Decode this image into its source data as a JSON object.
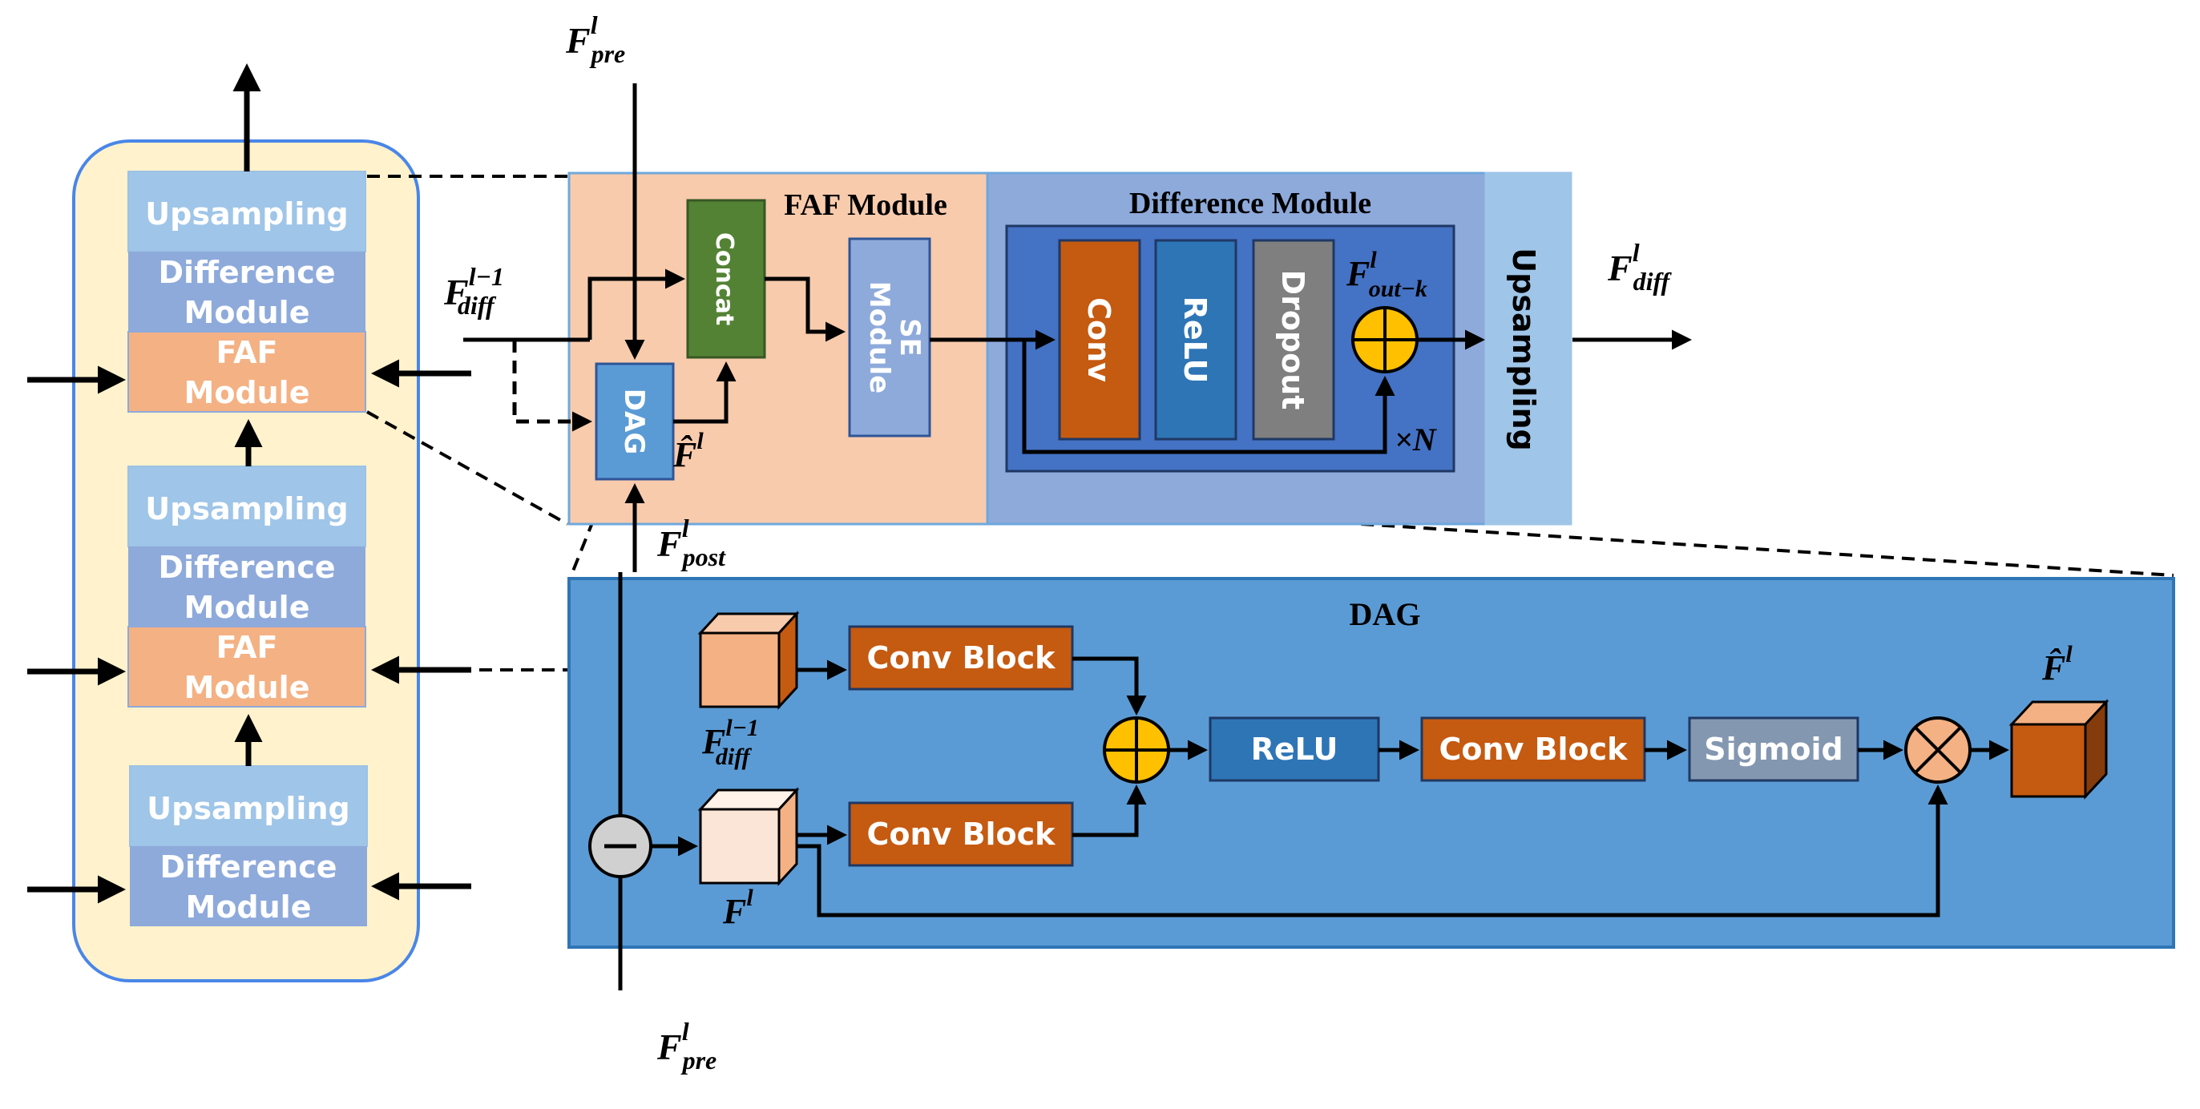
{
  "colors": {
    "stack_bg": "#fff2cc",
    "stack_border": "#4a86e8",
    "upsampling": "#9fc5e8",
    "difference": "#8eaadb",
    "faf": "#f4b183",
    "faf_module_bg": "#f8cbad",
    "diff_module_bg": "#8eaadb",
    "diff_inner_bg": "#4472c4",
    "dag_bg": "#5b9bd5",
    "conv": "#c55a11",
    "relu": "#2e75b6",
    "dropout": "#7f7f7f",
    "concat": "#548235",
    "sigmoid": "#8497b0",
    "add_yellow": "#ffc000",
    "mult_orange": "#f4b183",
    "subtract_gray": "#d0d0d0"
  },
  "encoder_stack": {
    "blocks": [
      {
        "upsampling": "Upsampling",
        "difference_line1": "Difference",
        "difference_line2": "Module",
        "faf_line1": "FAF",
        "faf_line2": "Module"
      },
      {
        "upsampling": "Upsampling",
        "difference_line1": "Difference",
        "difference_line2": "Module",
        "faf_line1": "FAF",
        "faf_line2": "Module"
      },
      {
        "upsampling": "Upsampling",
        "difference_line1": "Difference",
        "difference_line2": "Module"
      }
    ]
  },
  "faf": {
    "title": "FAF Module",
    "concat": "Concat",
    "se_line1": "SE",
    "se_line2": "Module",
    "dag": "DAG"
  },
  "difference_module": {
    "title": "Difference Module",
    "conv": "Conv",
    "relu": "ReLU",
    "dropout": "Dropout",
    "repeat": "×N",
    "out_base": "F",
    "out_sup": "l",
    "out_sub": "out−k"
  },
  "upsampling_label": "Upsampling",
  "dag_detail": {
    "title": "DAG",
    "conv_block_top": "Conv Block",
    "conv_block_bottom": "Conv Block",
    "relu": "ReLU",
    "conv_block_mid": "Conv Block",
    "sigmoid": "Sigmoid"
  },
  "math": {
    "F": "F",
    "l": "l",
    "l_minus_1": "l−1",
    "pre": "pre",
    "post": "post",
    "diff": "diff",
    "hat_F": "F̂"
  }
}
